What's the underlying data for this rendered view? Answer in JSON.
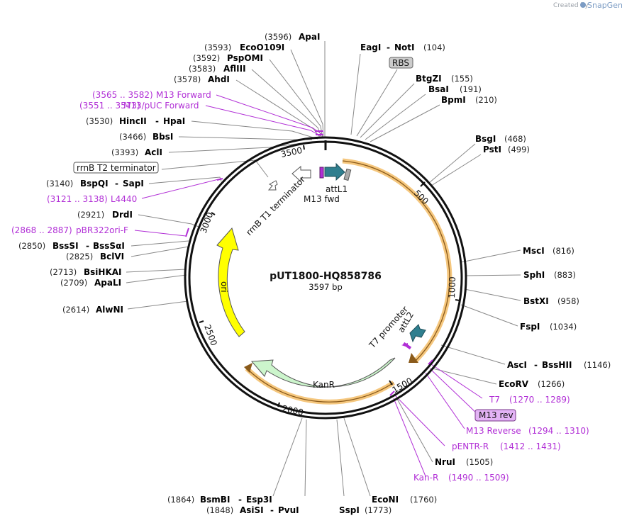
{
  "branding": {
    "created_by": "Created by",
    "app": "SnapGene"
  },
  "plasmid": {
    "name": "pUT1800-HQ858786",
    "size_label": "3597 bp"
  },
  "ticks": [
    "500",
    "1000",
    "1500",
    "2000",
    "2500",
    "3000",
    "3500"
  ],
  "features": {
    "ori": "ori",
    "kanr": "KanR",
    "rrnb_t1": "rrnB T1 terminator",
    "t7_promoter": "T7 promoter",
    "attl1": "attL1",
    "attl2": "attL2",
    "m13_fwd": "M13 fwd",
    "rbs": "RBS",
    "m13_rev": "M13 rev",
    "rrnb_t2": "rrnB T2 terminator"
  },
  "sites": {
    "apai": {
      "pos": "(3596)",
      "name": "ApaI"
    },
    "ecoo109i": {
      "pos": "(3593)",
      "name": "EcoO109I"
    },
    "pspomi": {
      "pos": "(3592)",
      "name": "PspOMI"
    },
    "afliii": {
      "pos": "(3583)",
      "name": "AflIII"
    },
    "ahdi": {
      "pos": "(3578)",
      "name": "AhdI"
    },
    "hincii": {
      "pos": "(3530)",
      "name": "HincII",
      "name2": "HpaI"
    },
    "bbsi": {
      "pos": "(3466)",
      "name": "BbsI"
    },
    "acli": {
      "pos": "(3393)",
      "name": "AclI"
    },
    "bspqi": {
      "pos": "(3140)",
      "name": "BspQI",
      "name2": "SapI"
    },
    "drdi": {
      "pos": "(2921)",
      "name": "DrdI"
    },
    "bsssi": {
      "pos": "(2850)",
      "name": "BssSI",
      "name2": "BssSαI"
    },
    "bclvi": {
      "pos": "(2825)",
      "name": "BclVI"
    },
    "bsihkai": {
      "pos": "(2713)",
      "name": "BsiHKAI"
    },
    "apali": {
      "pos": "(2709)",
      "name": "ApaLI"
    },
    "alwni": {
      "pos": "(2614)",
      "name": "AlwNI"
    },
    "eagi": {
      "name": "EagI",
      "name2": "NotI",
      "pos": "(104)"
    },
    "btgzi": {
      "name": "BtgZI",
      "pos": "(155)"
    },
    "bsai": {
      "name": "BsaI",
      "pos": "(191)"
    },
    "bpmi": {
      "name": "BpmI",
      "pos": "(210)"
    },
    "bsgi": {
      "name": "BsgI",
      "pos": "(468)"
    },
    "psti": {
      "name": "PstI",
      "pos": "(499)"
    },
    "msci": {
      "name": "MscI",
      "pos": "(816)"
    },
    "sphi": {
      "name": "SphI",
      "pos": "(883)"
    },
    "bstxi": {
      "name": "BstXI",
      "pos": "(958)"
    },
    "fspi": {
      "name": "FspI",
      "pos": "(1034)"
    },
    "asci": {
      "name": "AscI",
      "name2": "BssHII",
      "pos": "(1146)"
    },
    "ecorv": {
      "name": "EcoRV",
      "pos": "(1266)"
    },
    "nrui": {
      "name": "NruI",
      "pos": "(1505)"
    },
    "econi": {
      "name": "EcoNI",
      "pos": "(1760)"
    },
    "sspi": {
      "name": "SspI",
      "pos": "(1773)"
    },
    "bsmbi": {
      "pos": "(1864)",
      "name": "BsmBI",
      "name2": "Esp3I"
    },
    "asisi": {
      "pos": "(1848)",
      "name": "AsiSI",
      "name2": "PvuI"
    }
  },
  "primers": {
    "m13_forward": {
      "range": "(3565 .. 3582)",
      "name": "M13 Forward"
    },
    "m13_puc_forward": {
      "range": "(3551 .. 3573)",
      "name": "M13/pUC Forward"
    },
    "l4440": {
      "range": "(3121 .. 3138)",
      "name": "L4440"
    },
    "pbr322ori_f": {
      "range": "(2868 .. 2887)",
      "name": "pBR322ori-F"
    },
    "t7": {
      "name": "T7",
      "range": "(1270 .. 1289)"
    },
    "m13_reverse": {
      "name": "M13 Reverse",
      "range": "(1294 .. 1310)"
    },
    "pentr_r": {
      "name": "pENTR-R",
      "range": "(1412 .. 1431)"
    },
    "kan_r": {
      "name": "Kan-R",
      "range": "(1490 .. 1509)"
    }
  },
  "colors": {
    "backbone": "#111111",
    "ori": "#ffff00",
    "kanr": "#ccf5cc",
    "terminator": "#ffffff",
    "att": "#2f7f8f",
    "orf_highlight": "#f5c77e",
    "primer": "#b12fd6",
    "feature_box": "#cccccc"
  }
}
